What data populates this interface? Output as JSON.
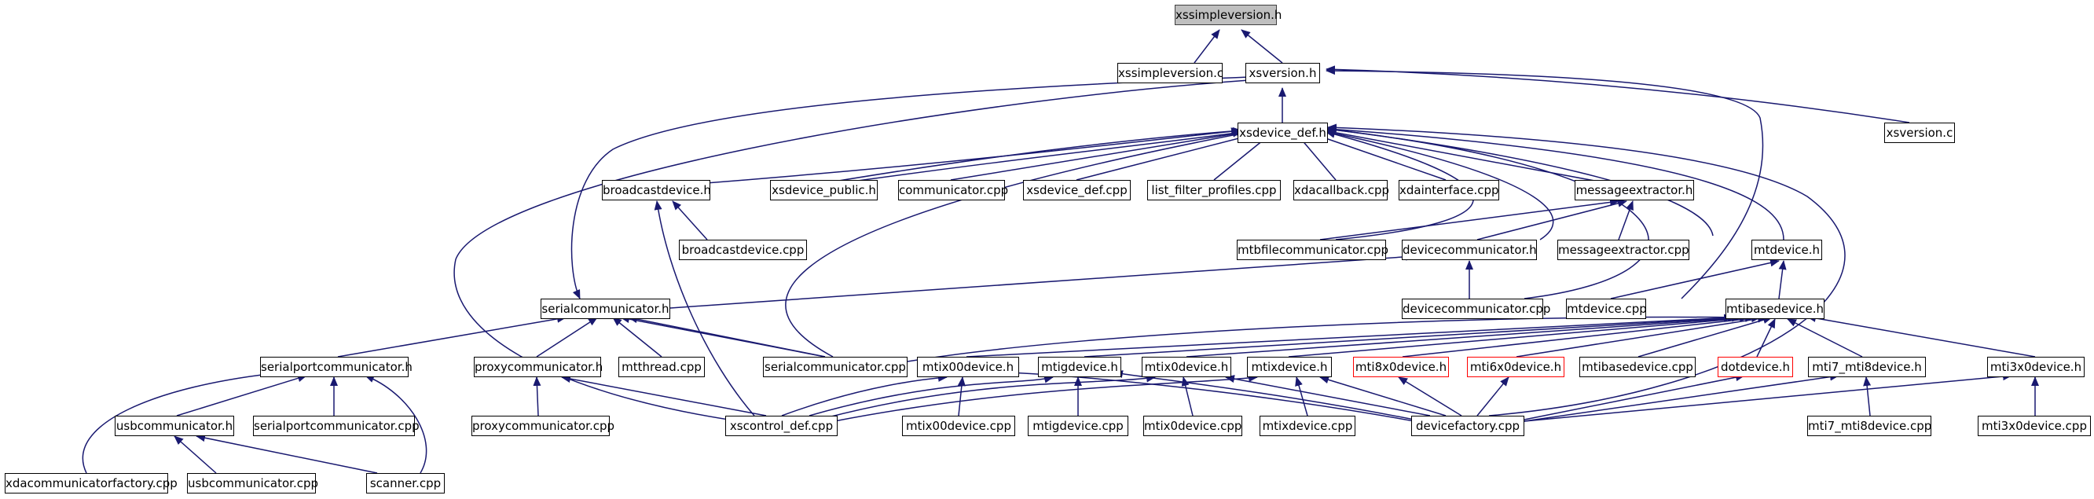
{
  "diagram": {
    "edge_color": "#191970",
    "root_fill": "#bfbfbf",
    "truncated_border_color": "#ff0000",
    "nodes": {
      "xssimpleversion_h": "xssimpleversion.h",
      "xssimpleversion_c": "xssimpleversion.c",
      "xsversion_h": "xsversion.h",
      "xsversion_c": "xsversion.c",
      "xsdevice_def_h": "xsdevice_def.h",
      "broadcastdevice_h": "broadcastdevice.h",
      "xsdevice_public_h": "xsdevice_public.h",
      "communicator_cpp": "communicator.cpp",
      "xsdevice_def_cpp": "xsdevice_def.cpp",
      "list_filter_profiles_cpp": "list_filter_profiles.cpp",
      "xdacallback_cpp": "xdacallback.cpp",
      "xdainterface_cpp": "xdainterface.cpp",
      "messageextractor_h": "messageextractor.h",
      "broadcastdevice_cpp": "broadcastdevice.cpp",
      "mtbfilecommunicator_cpp": "mtbfilecommunicator.cpp",
      "devicecommunicator_h": "devicecommunicator.h",
      "messageextractor_cpp": "messageextractor.cpp",
      "mtdevice_h": "mtdevice.h",
      "serialcommunicator_h": "serialcommunicator.h",
      "devicecommunicator_cpp": "devicecommunicator.cpp",
      "mtdevice_cpp": "mtdevice.cpp",
      "mtibasedevice_h": "mtibasedevice.h",
      "serialportcommunicator_h": "serialportcommunicator.h",
      "proxycommunicator_h": "proxycommunicator.h",
      "mtthread_cpp": "mtthread.cpp",
      "serialcommunicator_cpp": "serialcommunicator.cpp",
      "mtix00device_h": "mtix00device.h",
      "mtigdevice_h": "mtigdevice.h",
      "mtix0device_h": "mtix0device.h",
      "mtixdevice_h": "mtixdevice.h",
      "mti8x0device_h": "mti8x0device.h",
      "mti6x0device_h": "mti6x0device.h",
      "mtibasedevice_cpp": "mtibasedevice.cpp",
      "dotdevice_h": "dotdevice.h",
      "mti7_mti8device_h": "mti7_mti8device.h",
      "mti3x0device_h": "mti3x0device.h",
      "usbcommunicator_h": "usbcommunicator.h",
      "serialportcommunicator_cpp": "serialportcommunicator.cpp",
      "proxycommunicator_cpp": "proxycommunicator.cpp",
      "xscontrol_def_cpp": "xscontrol_def.cpp",
      "mtix00device_cpp": "mtix00device.cpp",
      "mtigdevice_cpp": "mtigdevice.cpp",
      "mtix0device_cpp": "mtix0device.cpp",
      "mtixdevice_cpp": "mtixdevice.cpp",
      "devicefactory_cpp": "devicefactory.cpp",
      "mti7_mti8device_cpp": "mti7_mti8device.cpp",
      "mti3x0device_cpp": "mti3x0device.cpp",
      "xdacommunicatorfactory_cpp": "xdacommunicatorfactory.cpp",
      "usbcommunicator_cpp": "usbcommunicator.cpp",
      "scanner_cpp": "scanner.cpp"
    }
  }
}
